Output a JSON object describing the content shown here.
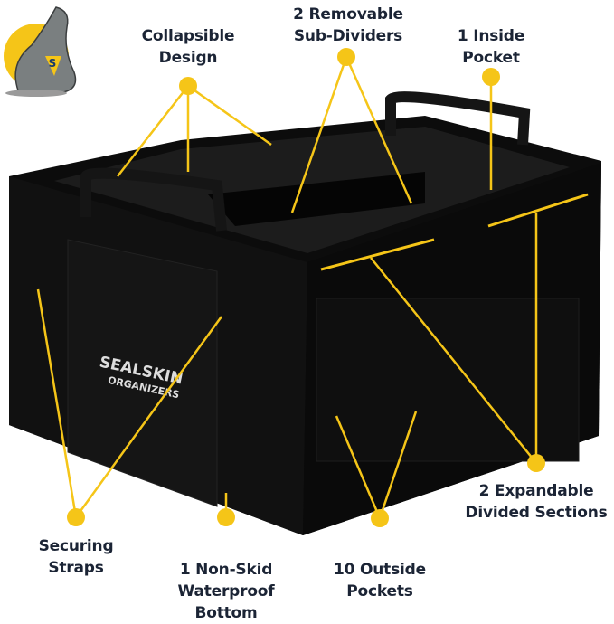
{
  "colors": {
    "accent": "#f5c518",
    "text": "#1b2435",
    "product": "#0c0c0c"
  },
  "logo": {
    "icon": "seal-mascot-icon",
    "letter": "S"
  },
  "product": {
    "brand_line1": "SEALSKIN",
    "brand_line2": "ORGANIZERS"
  },
  "callouts": {
    "collapsible": {
      "line1": "Collapsible",
      "line2": "Design"
    },
    "dividers": {
      "line1": "2 Removable",
      "line2": "Sub-Dividers"
    },
    "inside_pocket": {
      "line1": "1 Inside",
      "line2": "Pocket"
    },
    "expandable": {
      "line1": "2 Expandable",
      "line2": "Divided Sections"
    },
    "straps": {
      "line1": "Securing",
      "line2": "Straps"
    },
    "bottom": {
      "line1": "1 Non-Skid",
      "line2": "Waterproof",
      "line3": "Bottom"
    },
    "outside_pockets": {
      "line1": "10 Outside",
      "line2": "Pockets"
    }
  }
}
